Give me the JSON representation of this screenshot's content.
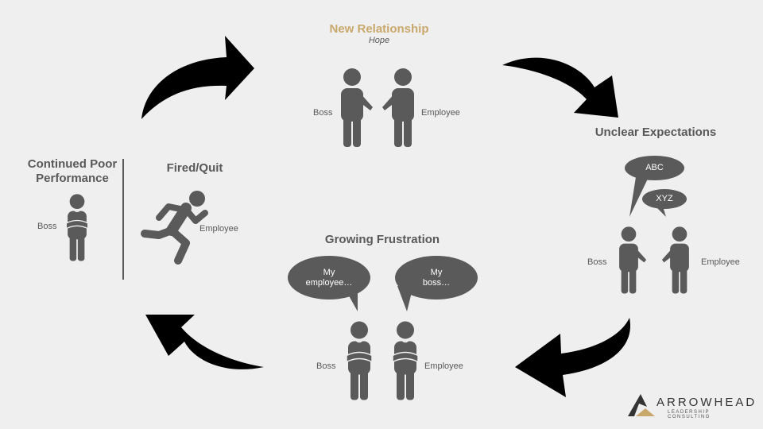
{
  "colors": {
    "background": "#efefef",
    "figure": "#5a5a5a",
    "accent": "#c9a86c",
    "text": "#595959",
    "arrow": "#000000"
  },
  "stages": {
    "new_relationship": {
      "title": "New Relationship",
      "subtitle": "Hope",
      "left": "Boss",
      "right": "Employee"
    },
    "unclear_expectations": {
      "title": "Unclear Expectations",
      "bubble_boss": "ABC",
      "bubble_employee": "XYZ",
      "left": "Boss",
      "right": "Employee"
    },
    "growing_frustration": {
      "title": "Growing Frustration",
      "bubble_boss_1": "My",
      "bubble_boss_2": "employee…",
      "bubble_employee_1": "My",
      "bubble_employee_2": "boss…",
      "left": "Boss",
      "right": "Employee"
    },
    "continued_poor_performance": {
      "title_1": "Continued Poor",
      "title_2": "Performance",
      "left": "Boss"
    },
    "fired_quit": {
      "title": "Fired/Quit",
      "right": "Employee"
    }
  },
  "logo": {
    "name": "ARROWHEAD",
    "tagline": "LEADERSHIP CONSULTING"
  }
}
